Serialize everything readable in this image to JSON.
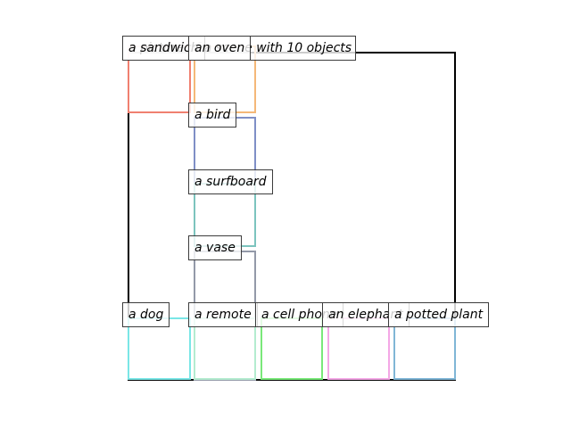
{
  "labels": {
    "scene": "a picture of a scene with 10 objects",
    "sandwich": "a sandwich",
    "oven": "an oven",
    "bird": "a bird",
    "surfboard": "a surfboard",
    "vase": "a vase",
    "dog": "a dog",
    "remote": "a remote",
    "cell_phone": "a cell phone",
    "elephant": "an elephant",
    "potted_plant": "a potted plant"
  },
  "colors": {
    "scene": "#000000",
    "sandwich": "#f08070",
    "oven": "#f4b878",
    "bird": "#7f8fc6",
    "surfboard": "#7cc4be",
    "vase": "#9399a8",
    "dog": "#7ae6e6",
    "remote": "#b4ecd0",
    "cell_phone": "#7ae87a",
    "elephant": "#f4a8e6",
    "potted_plant": "#80b6d6"
  }
}
